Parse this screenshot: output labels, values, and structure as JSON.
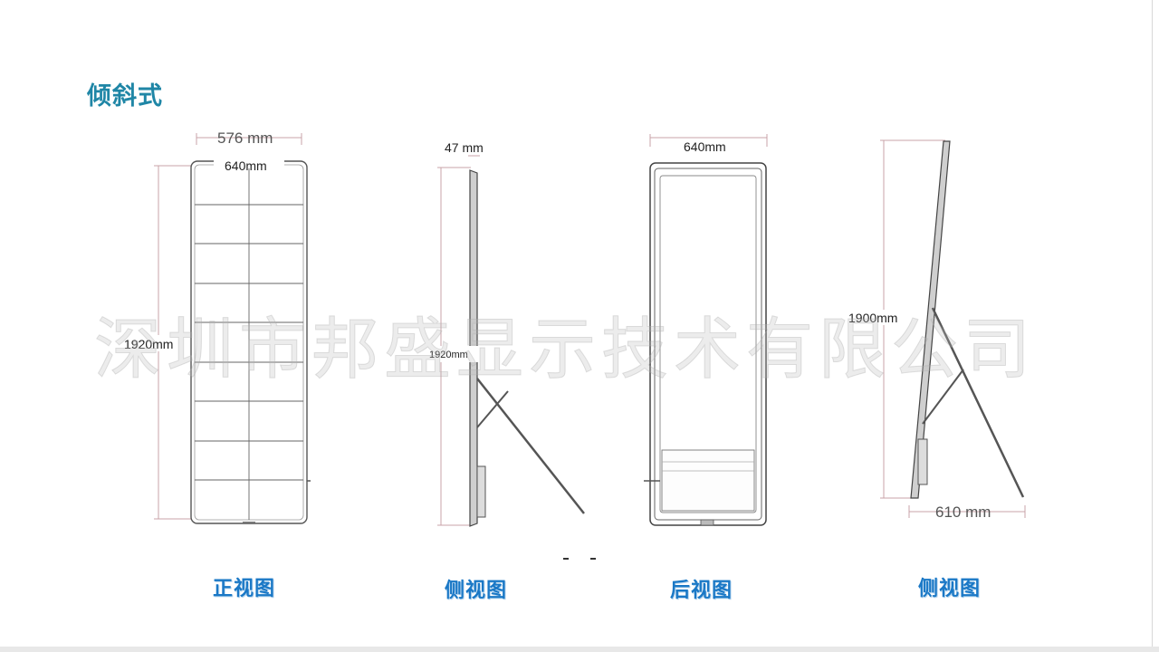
{
  "title": "倾斜式",
  "watermark": "深圳市邦盛显示技术有限公司",
  "views": [
    {
      "label": "正视图",
      "dims": [
        "576 mm",
        "640mm",
        "1920mm"
      ]
    },
    {
      "label": "侧视图",
      "dims": [
        "47 mm",
        "1920mm"
      ]
    },
    {
      "label": "后视图",
      "dims": [
        "640mm"
      ]
    },
    {
      "label": "侧视图",
      "dims": [
        "1900mm",
        "610 mm"
      ]
    }
  ],
  "colors": {
    "title": "#1f86a6",
    "label": "#1a78c6",
    "dimension_line": "#c9a3a8"
  }
}
